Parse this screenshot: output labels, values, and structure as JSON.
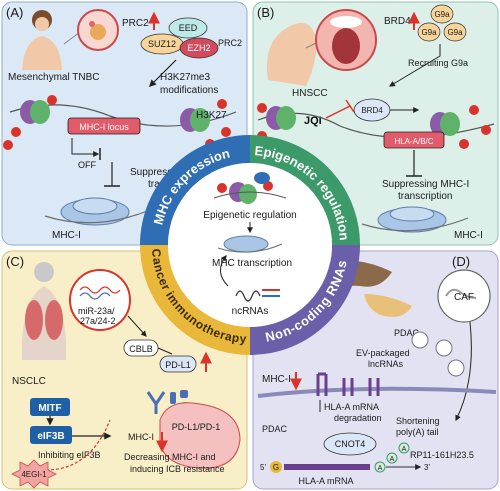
{
  "panels": {
    "a": {
      "letter": "(A)",
      "subject": "Mesenchymal TNBC",
      "prc2_top": "PRC2",
      "eed": "EED",
      "suz12": "SUZ12",
      "ezh2": "EZH2",
      "prc2_right": "PRC2",
      "mod_line1": "H3K27me3",
      "mod_line2": "modifications",
      "h3k27": "H3K27",
      "locus": "MHC-I locus",
      "off": "OFF",
      "supp_line1": "Suppressing MHC-I",
      "supp_line2": "transcription",
      "mhc": "MHC-I"
    },
    "b": {
      "letter": "(B)",
      "brd4_top": "BRD4",
      "g9a": "G9a",
      "hnscc": "HNSCC",
      "recruit": "Recruiting G9a",
      "jqi": "JQI",
      "brd4_mid": "BRD4",
      "gene": "HLA-A/B/C",
      "supp_line1": "Suppressing MHC-I",
      "supp_line2": "transcription",
      "mhc": "MHC-I"
    },
    "c": {
      "letter": "(C)",
      "mir_line1": "miR-23a/",
      "mir_line2": "27a/24-2",
      "cblb": "CBLB",
      "pdl1": "PD-L1",
      "nsclc": "NSCLC",
      "mitf": "MITF",
      "eif3b": "eIF3B",
      "inhibit": "Inhibiting eIF3B",
      "egi": "4EGI-1",
      "pdl1_pd1": "PD-L1/PD-1",
      "mhc": "MHC-I",
      "result_line1": "Decreasing MHC-I and",
      "result_line2": "inducing ICB resistance"
    },
    "d": {
      "letter": "(D)",
      "pdac_top": "PDAC",
      "caf": "CAF",
      "ev_line1": "EV-packaged",
      "ev_line2": "lncRNAs",
      "mhc": "MHC-I",
      "degr_line1": "HLA-A mRNA",
      "degr_line2": "degradation",
      "pdac_left": "PDAC",
      "cnot4": "CNOT4",
      "short_line1": "Shortening",
      "short_line2": "poly(A) tail",
      "rp": "RP11-161H23.5",
      "five": "5'",
      "g": "G",
      "three": "3'",
      "a": "A",
      "mrna": "HLA-A mRNA"
    }
  },
  "center": {
    "epi": "Epigenetic regulation",
    "tx": "MHC transcription",
    "nc": "ncRNAs"
  },
  "ring": {
    "top_left": "MHC expression",
    "top_right": "Epigenetic regulation",
    "bottom_left": "Cancer immunotherapy",
    "bottom_right": "Non-coding RNAs"
  },
  "colors": {
    "panel_a": "#dbe8f5",
    "panel_b": "#dcefe8",
    "panel_c": "#f8efc9",
    "panel_d": "#e3e2f2",
    "ring_blue": "#2f6db5",
    "ring_green": "#3c9a6a",
    "ring_yellow": "#e9b83a",
    "ring_purple": "#6a5fa8",
    "red_arrow": "#d9342b",
    "eif_blue": "#1f5fa6"
  }
}
